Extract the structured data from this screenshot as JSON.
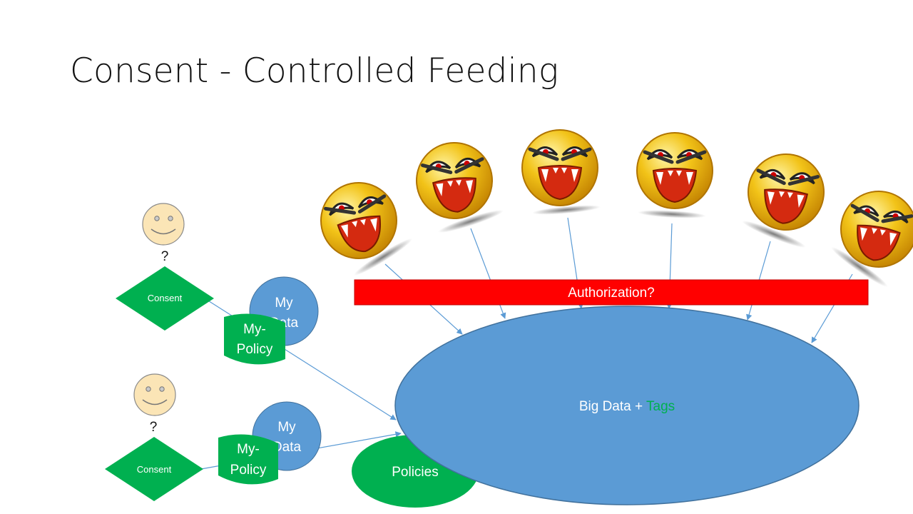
{
  "slide": {
    "title": "Consent - Controlled Feeding"
  },
  "authorization_bar": {
    "label": "Authorization?"
  },
  "big_data": {
    "label_prefix": "Big Data + ",
    "label_tags": "Tags"
  },
  "policies": {
    "label": "Policies"
  },
  "users": [
    {
      "question": "?",
      "consent": "Consent",
      "data": {
        "line1": "My",
        "line2": "Data"
      },
      "policy": {
        "line1": "My-",
        "line2": "Policy"
      }
    },
    {
      "question": "?",
      "consent": "Consent",
      "data": {
        "line1": "My",
        "line2": "Data"
      },
      "policy": {
        "line1": "My-",
        "line2": "Policy"
      }
    }
  ],
  "colors": {
    "green": "#00b050",
    "blue": "#5b9bd5",
    "red": "#ff0000",
    "face": "#fbe5b6",
    "tags": "#00b050"
  }
}
